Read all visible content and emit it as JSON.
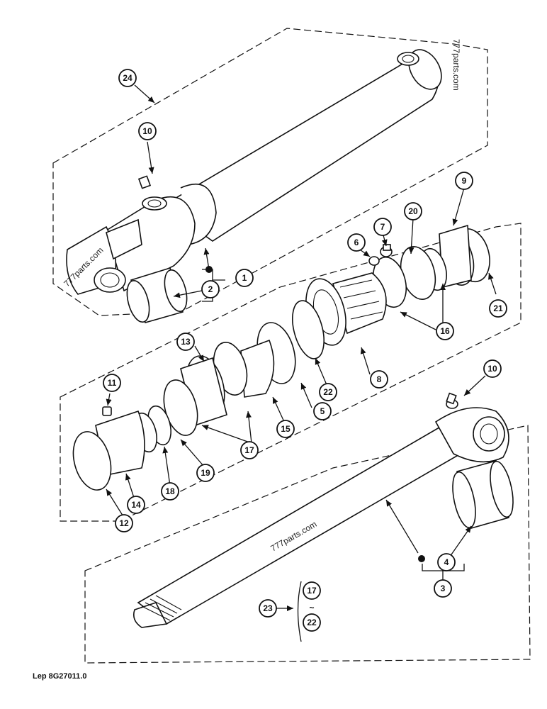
{
  "diagram": {
    "reference": "Lep 8G27011.0",
    "watermarks": [
      "777parts.com",
      "777parts.com",
      "777parts.com"
    ],
    "callouts": [
      "24",
      "10",
      "1",
      "2",
      "6",
      "7",
      "20",
      "9",
      "16",
      "21",
      "8",
      "22",
      "5",
      "13",
      "11",
      "15",
      "17",
      "19",
      "18",
      "14",
      "12",
      "10",
      "4",
      "3",
      "23",
      "17",
      "22"
    ],
    "tilde": "~"
  }
}
